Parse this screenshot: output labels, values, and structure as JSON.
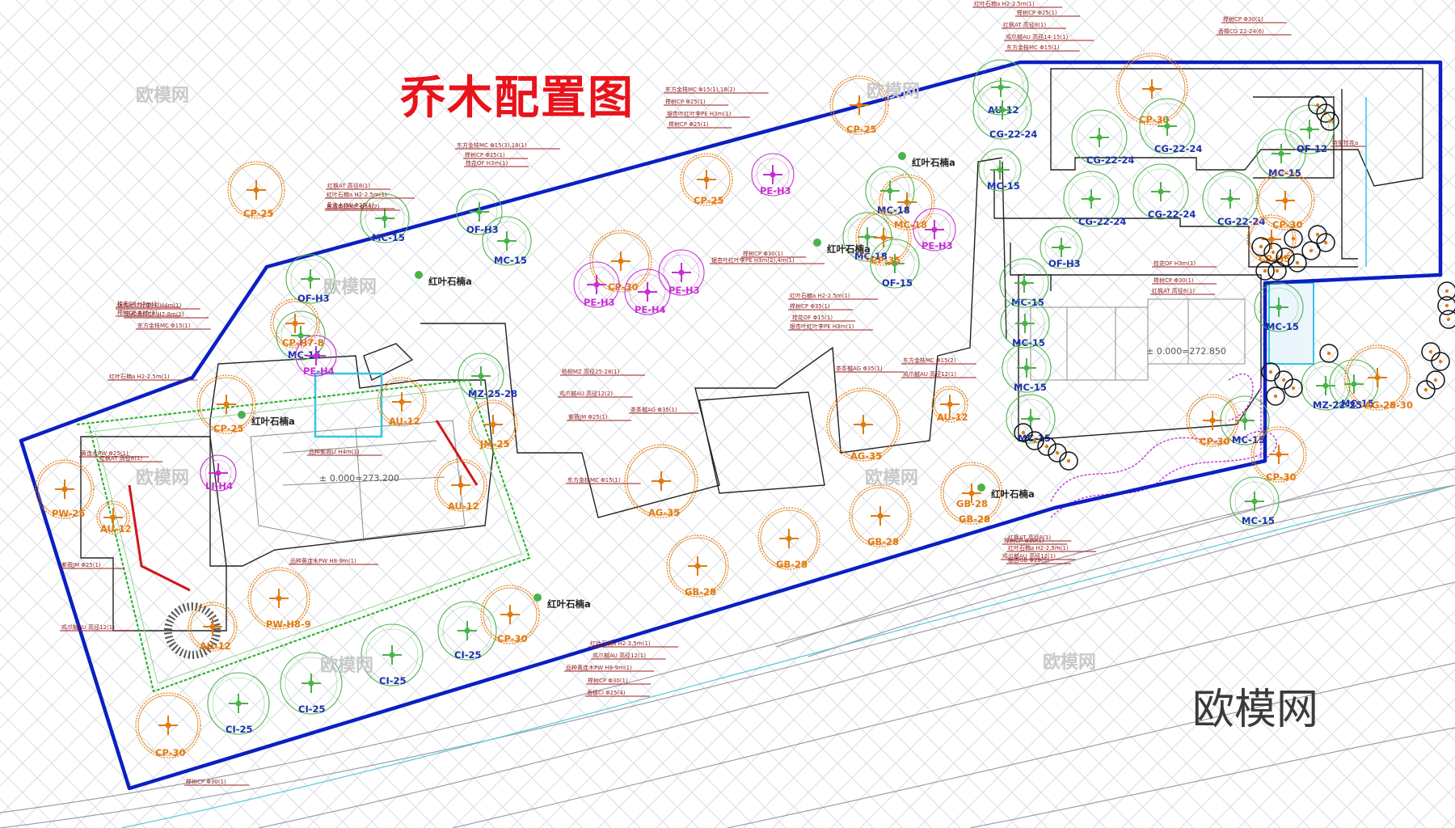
{
  "title": "乔木配置图",
  "watermark": "欧模网",
  "colors": {
    "boundary": "#0b1fc2",
    "title": "#e8131b",
    "orange_tree": "#e07b12",
    "green_tree": "#4bb24b",
    "magenta_tree": "#c531d0",
    "hedge": "#26b126"
  },
  "elevations": {
    "house_left": "± 0.000=273.200",
    "house_right": "± 0.000=272.850"
  },
  "trees": [
    {
      "label": "PW-25",
      "style": "o"
    },
    {
      "label": "CP-25",
      "style": "o"
    },
    {
      "label": "LI-H4",
      "style": "m"
    },
    {
      "label": "AU-12",
      "style": "o"
    },
    {
      "label": "PW-H8-9",
      "style": "o"
    },
    {
      "label": "AU-12",
      "style": "o"
    },
    {
      "label": "CP-30",
      "style": "o"
    },
    {
      "label": "CI-25",
      "style": "g"
    },
    {
      "label": "CI-25",
      "style": "g"
    },
    {
      "label": "CI-25",
      "style": "g"
    },
    {
      "label": "CI-25",
      "style": "g"
    },
    {
      "label": "CP-30",
      "style": "o"
    },
    {
      "label": "GB-28",
      "style": "o"
    },
    {
      "label": "GB-28",
      "style": "o"
    },
    {
      "label": "GB-28",
      "style": "o"
    },
    {
      "label": "GB-28",
      "style": "o"
    },
    {
      "label": "GB-28",
      "style": "o"
    },
    {
      "label": "AG-35",
      "style": "o"
    },
    {
      "label": "AG-35",
      "style": "o"
    },
    {
      "label": "AU-12",
      "style": "o"
    },
    {
      "label": "AU-12",
      "style": "o"
    },
    {
      "label": "MZ-25-28",
      "style": "g"
    },
    {
      "label": "JM-25",
      "style": "o"
    },
    {
      "label": "AU-12",
      "style": "o"
    },
    {
      "label": "MC-15",
      "style": "g"
    },
    {
      "label": "MC-15",
      "style": "g"
    },
    {
      "label": "MC-15",
      "style": "g"
    },
    {
      "label": "MC-15",
      "style": "g"
    },
    {
      "label": "MC-15",
      "style": "g"
    },
    {
      "label": "MC-15",
      "style": "g"
    },
    {
      "label": "MC-15",
      "style": "g"
    },
    {
      "label": "MC-15",
      "style": "g"
    },
    {
      "label": "MC-15",
      "style": "g"
    },
    {
      "label": "MC-15",
      "style": "g"
    },
    {
      "label": "MC-15",
      "style": "g"
    },
    {
      "label": "MC-15",
      "style": "g"
    },
    {
      "label": "MC-18",
      "style": "o"
    },
    {
      "label": "MC-18",
      "style": "g"
    },
    {
      "label": "MC-18",
      "style": "g"
    },
    {
      "label": "CP-H7-8",
      "style": "o"
    },
    {
      "label": "PE-H4",
      "style": "m"
    },
    {
      "label": "OF-H3",
      "style": "g"
    },
    {
      "label": "OF-H3",
      "style": "g"
    },
    {
      "label": "OF-H3",
      "style": "g"
    },
    {
      "label": "OF-12",
      "style": "g"
    },
    {
      "label": "OF-15",
      "style": "g"
    },
    {
      "label": "CP-25",
      "style": "o"
    },
    {
      "label": "CP-25",
      "style": "o"
    },
    {
      "label": "CP-25",
      "style": "o"
    },
    {
      "label": "CP-30",
      "style": "o"
    },
    {
      "label": "CP-30",
      "style": "o"
    },
    {
      "label": "CP-30",
      "style": "o"
    },
    {
      "label": "CP-35",
      "style": "o"
    },
    {
      "label": "PE-H3",
      "style": "m"
    },
    {
      "label": "PE-H4",
      "style": "m"
    },
    {
      "label": "PE-H3",
      "style": "m"
    },
    {
      "label": "PE-H3",
      "style": "m"
    },
    {
      "label": "PE-H3",
      "style": "m"
    },
    {
      "label": "AU-12",
      "style": "g"
    },
    {
      "label": "CG-22-24",
      "style": "g"
    },
    {
      "label": "CG-22-24",
      "style": "g"
    },
    {
      "label": "CG-22-24",
      "style": "g"
    },
    {
      "label": "CG-22-24",
      "style": "g"
    },
    {
      "label": "CG-22-24",
      "style": "g"
    },
    {
      "label": "CG-22-24",
      "style": "g"
    },
    {
      "label": "CP-30",
      "style": "o"
    },
    {
      "label": "CP-H5",
      "style": "o"
    },
    {
      "label": "MC-15",
      "style": "g"
    },
    {
      "label": "AG-28-30",
      "style": "o"
    },
    {
      "label": "MZ-22-25",
      "style": "g"
    },
    {
      "label": "CP-30",
      "style": "o"
    }
  ],
  "specials": [
    {
      "label": "红叶石楠a"
    },
    {
      "label": "红叶石楠a"
    },
    {
      "label": "红叶石楠a"
    },
    {
      "label": "红叶石楠a"
    },
    {
      "label": "红叶石楠a"
    },
    {
      "label": "红叶石楠a"
    }
  ],
  "notes": [
    "黄连木PW Φ25(1)",
    "红枫AT 高径8(1)",
    "紫薇JM Φ25(1)",
    "鸡爪槭AU 高径12(1)",
    "榉树CP Φ30(1)",
    "榉树CP Φ25(1)",
    "红叶石楠a H2-2.5m(1)",
    "东方金枝MC Φ15(1)",
    "品种香樟CP H7-8m(1)",
    "银杏叶红叶李PE H4m(1)",
    "桂花OF H3m(1)",
    "黄连木PW Φ25(1)",
    "红枫AT 高径8(1)",
    "红叶石楠a H2-2.5m(1)",
    "东方金枝MC Φ15(2)",
    "东方金枝MC Φ15(3),18(1)",
    "榉树CP Φ25(1)",
    "桂花OF H3m(1)",
    "东方金枝MC Φ15(1),18(2)",
    "榉树CP Φ25(1)",
    "银杏叶红叶李PE H3m(1)",
    "榉树CP Φ25(1)",
    "红叶石楠a H2-2.5m(1)",
    "榉树CP Φ25(1)",
    "红枫AT 高径8(1)",
    "鸡爪槭AU 高径14-15(1)",
    "东方金枝MC Φ15(1)",
    "榉树CP Φ30(1)",
    "香樟CG 22-24(6)",
    "榉树CP Φ30(1)",
    "银杏叶红叶李PE H3m(2),4m(1)",
    "红叶石楠a H2-2.5m(1)",
    "榉树CP Φ35(1)",
    "桂花OF Φ15(1)",
    "银杏叶红叶李PE H3m(1)",
    "桂花OF H3m(1)",
    "榉树CP Φ30(1)",
    "红枫AT 高径8(1)",
    "东方金枝MC Φ15(2)",
    "鸡爪槭AU 高径12(1)",
    "茶条槭AG Φ35(1)",
    "杨柳MZ 高径25-28(1)",
    "鸡爪槭AU 高径12(2)",
    "紫薇JM Φ25(1)",
    "东方金枝MC Φ15(1)",
    "品种紫薇LI H4m(1)",
    "品种黄连木PW H8-9m(1)",
    "茶条槭AG Φ35(1)",
    "红叶石楠a H2-2.5m(1)",
    "鸡爪槭AU 高径12(1)",
    "品种黄连木PW H8-9m(1)",
    "榉树CP Φ30(1)",
    "香樟CI Φ25(4)",
    "榉树CP Φ30(1)",
    "鸡爪槭AU 高径12(1)",
    "红枫AT 高径8(1)",
    "红叶石楠a H2-2.5m(1)",
    "银杏GB Φ28(5)",
    "特型桂花a"
  ]
}
